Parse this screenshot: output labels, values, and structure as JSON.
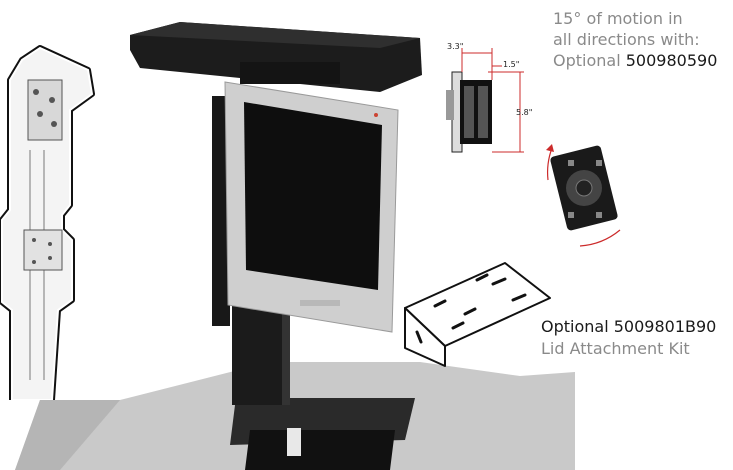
{
  "motion_caption": {
    "line1": "15° of motion in",
    "line2": "all directions with:",
    "prefix": "Optional",
    "part_number": "500980590"
  },
  "lid_kit_caption": {
    "prefix": "Optional",
    "part_number": "5009801B90",
    "description": "Lid Attachment Kit"
  },
  "dimensions": {
    "width": "3.3\"",
    "depth": "1.5\"",
    "height": "5.8\""
  },
  "colors": {
    "caption_gray": "#8a8a8a",
    "part_number_black": "#1a1a1a",
    "arrow_red": "#cc2b2b",
    "desk_surface": "#c9c9c9"
  }
}
